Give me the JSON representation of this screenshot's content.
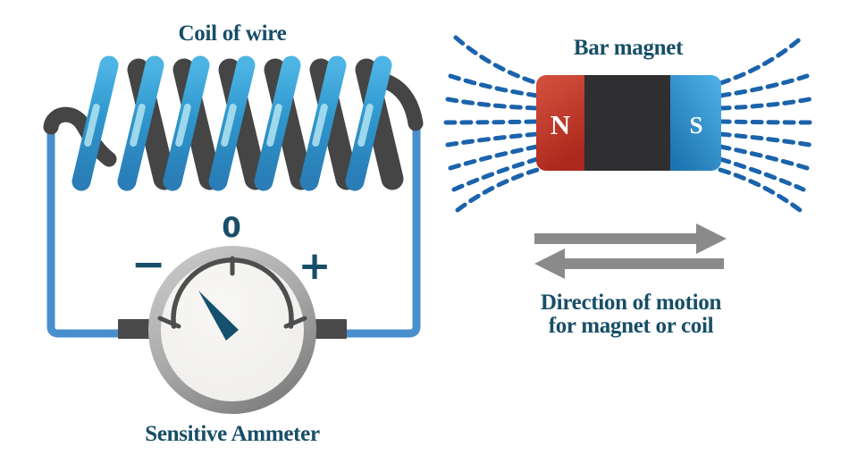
{
  "coil": {
    "title": "Coil of wire"
  },
  "ammeter": {
    "title": "Sensitive Ammeter",
    "zero_label": "0",
    "minus_label": "−",
    "plus_label": "+"
  },
  "magnet": {
    "title": "Bar magnet",
    "north_label": "N",
    "south_label": "S"
  },
  "motion_caption": {
    "line1": "Direction of motion",
    "line2": "for magnet or coil"
  },
  "colors": {
    "label_navy": "#174e68",
    "needle_navy": "#15506f",
    "wire_blue": "#4a8fcd",
    "coil_blue": "#2e97cd",
    "coil_highlight": "#b3e4f2",
    "dark_gray": "#474747",
    "field_line_blue": "#1b63ac",
    "magnet_red": "#c23527",
    "magnet_core_dark": "#2f2f31",
    "magnet_blue": "#2e90cf",
    "arrow_gray": "#8a8a8a",
    "ammeter_ring_gray": "#9a9a9a",
    "ammeter_face": "#f5f4f2",
    "background": "#ffffff"
  }
}
